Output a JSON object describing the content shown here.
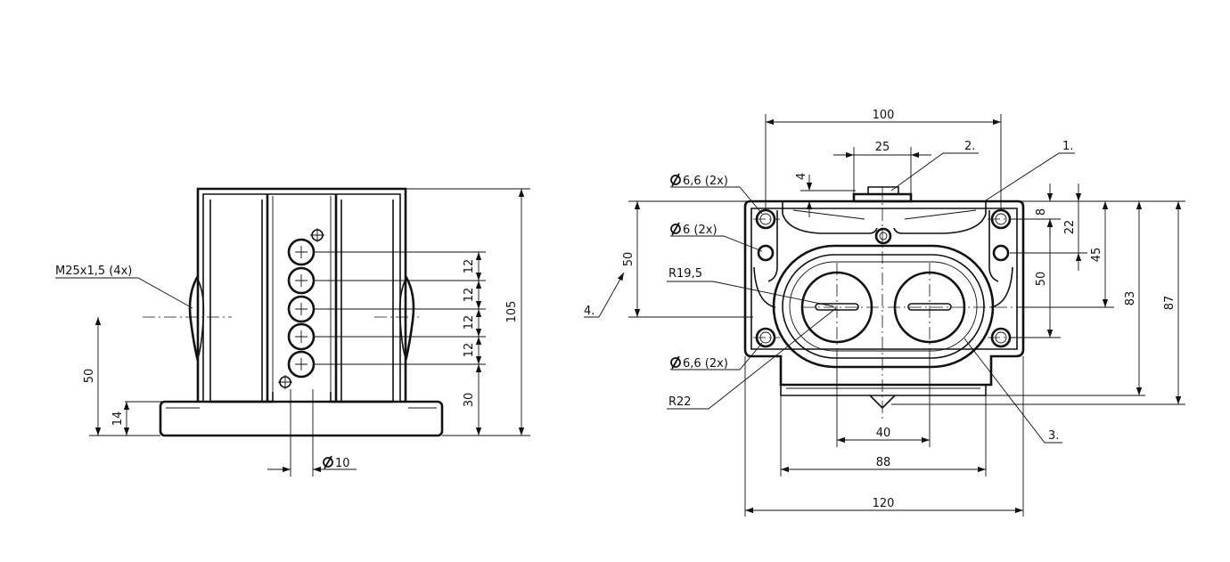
{
  "left_view": {
    "thread_label": "M25x1,5 (4x)",
    "pitch_labels": [
      "12",
      "12",
      "12",
      "12"
    ],
    "dim_30": "30",
    "dim_105": "105",
    "dim_50": "50",
    "dim_14": "14",
    "dia_10": "10"
  },
  "right_view": {
    "dim_100": "100",
    "dim_25": "25",
    "dim_4": "4",
    "hole_66_top": "6,6 (2x)",
    "hole_6": "6 (2x)",
    "hole_66_bottom": "6,6 (2x)",
    "radius_195": "R19,5",
    "radius_22": "R22",
    "dim_50_left": "50",
    "dim_8": "8",
    "dim_22": "22",
    "dim_45": "45",
    "dim_50_right": "50",
    "dim_83": "83",
    "dim_87": "87",
    "dim_40": "40",
    "dim_88": "88",
    "dim_120": "120",
    "callout_1": "1.",
    "callout_2": "2.",
    "callout_3": "3.",
    "callout_4": "4."
  },
  "symbols": {
    "diameter_icon": "diameter-symbol"
  }
}
